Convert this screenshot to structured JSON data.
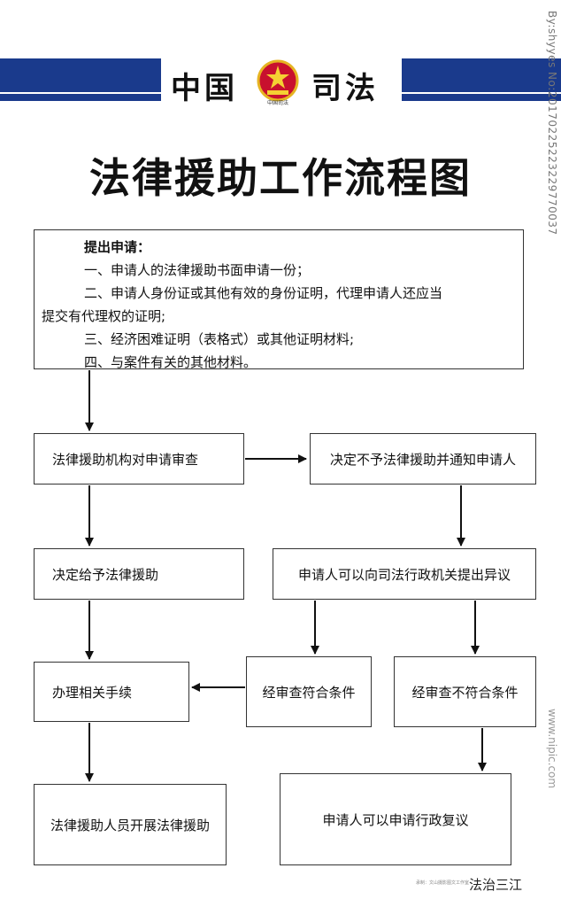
{
  "header": {
    "left_text": "中国",
    "right_text": "司法",
    "brand_color": "#1a3a8c",
    "emblem_color": "#c8102e",
    "emblem_text": "中国司法"
  },
  "title": "法律援助工作流程图",
  "apply": {
    "heading": "提出申请：",
    "items": [
      "一、申请人的法律援助书面申请一份；",
      "二、申请人身份证或其他有效的身份证明，代理申请人还应当",
      "提交有代理权的证明;",
      "三、经济困难证明（表格式）或其他证明材料;",
      "四、与案件有关的其他材料。"
    ]
  },
  "nodes": {
    "review": "法律援助机构对申请审查",
    "refuse": "决定不予法律援助并通知申请人",
    "grant": "决定给予法律援助",
    "objection": "申请人可以向司法行政机关提出异议",
    "procedures": "办理相关手续",
    "qualified": "经审查符合条件",
    "unqualified": "经审查不符合条件",
    "carry_out": "法律援助人员开展法律援助",
    "reconsider": "申请人可以申请行政复议"
  },
  "watermark": "By:shyyes No:20170225223229770037",
  "watermark_site": "www.nipic.com",
  "footer": {
    "brand": "法治三江",
    "tiny_note": "承制：文山摄影图文工作室"
  }
}
